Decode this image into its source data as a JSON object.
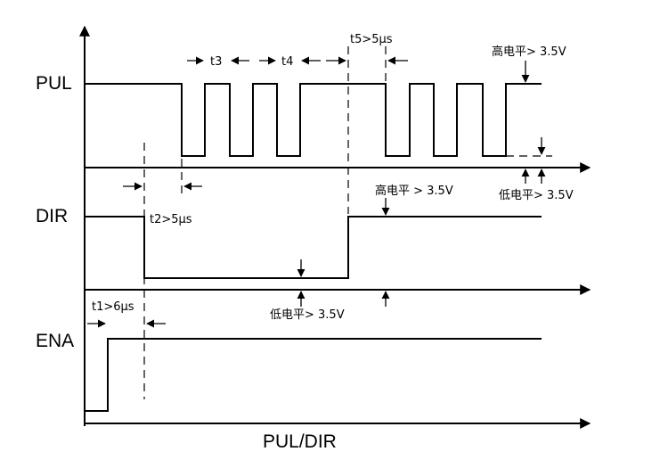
{
  "signals": {
    "pul": "PUL",
    "dir": "DIR",
    "ena": "ENA"
  },
  "x_axis_label": "PUL/DIR",
  "timing": {
    "t1": "t1>6μs",
    "t2": "t2>5μs",
    "t3": "t3",
    "t4": "t4",
    "t5": "t5>5μs"
  },
  "levels": {
    "pul_high": "高电平> 3.5V",
    "pul_low": "低电平> 3.5V",
    "dir_high": "高电平 > 3.5V",
    "dir_low": "低电平> 3.5V"
  }
}
